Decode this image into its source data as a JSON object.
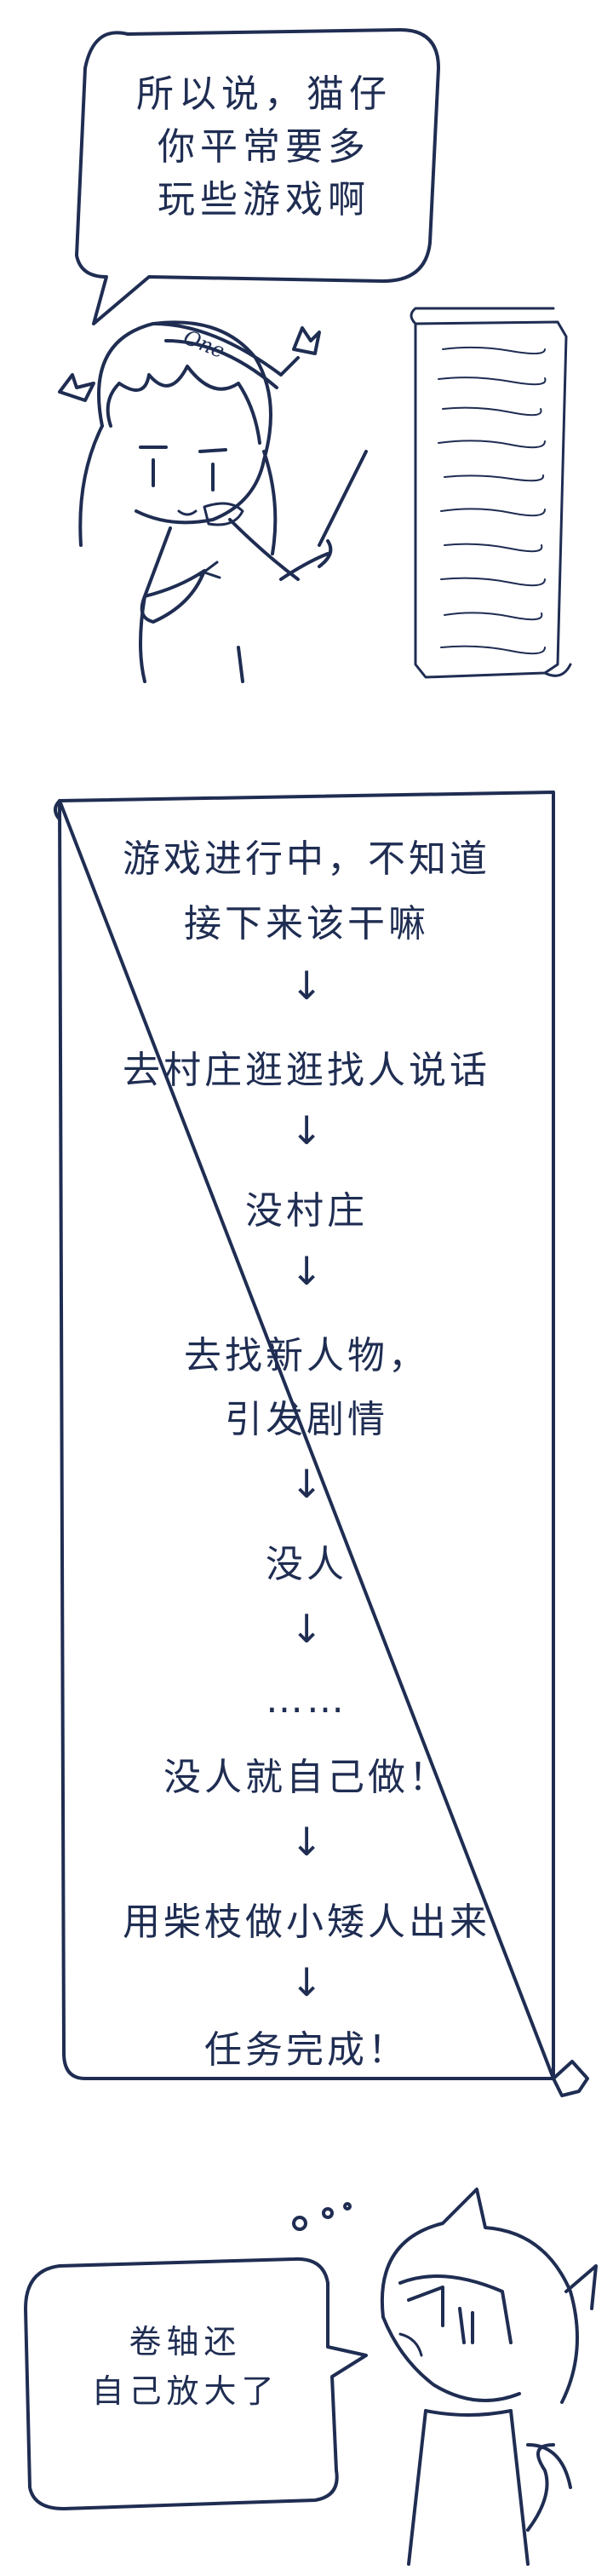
{
  "speech_bubble_top": {
    "lines": [
      "所以说，猫仔",
      "你平常要多",
      "玩些游戏啊"
    ]
  },
  "headband_text": "One",
  "scroll": {
    "lines": [
      "游戏进行中，不知道",
      "接下来该干嘛",
      "↓",
      "去村庄逛逛找人说话",
      "↓",
      "没村庄",
      "↓",
      "去找新人物，",
      "引发剧情",
      "↓",
      "没人",
      "↓",
      "……",
      "没人就自己做！",
      "↓",
      "用柴枝做小矮人出来",
      "↓",
      "任务完成！"
    ]
  },
  "speech_bubble_bottom": {
    "lines": [
      "卷轴还",
      "自己放大了"
    ]
  }
}
